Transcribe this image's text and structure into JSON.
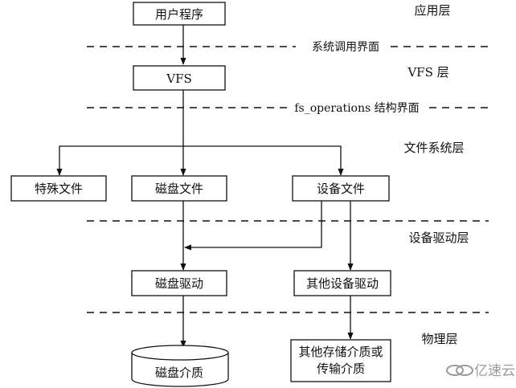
{
  "layers": {
    "app": "应用层",
    "vfs": "VFS 层",
    "filesystem": "文件系统层",
    "device_driver": "设备驱动层",
    "physical": "物理层"
  },
  "interfaces": {
    "syscall": "系统调用界面",
    "fs_operations": "fs_operations 结构界面"
  },
  "boxes": {
    "user_program": "用户程序",
    "vfs": "VFS",
    "special_file": "特殊文件",
    "disk_file": "磁盘文件",
    "device_file": "设备文件",
    "disk_driver": "磁盘驱动",
    "other_driver": "其他设备驱动",
    "other_media_line1": "其他存储介质或",
    "other_media_line2": "传输介质",
    "disk_media": "磁盘介质"
  },
  "watermark": {
    "text": "亿速云",
    "icon": "cloud-logo-icon"
  }
}
